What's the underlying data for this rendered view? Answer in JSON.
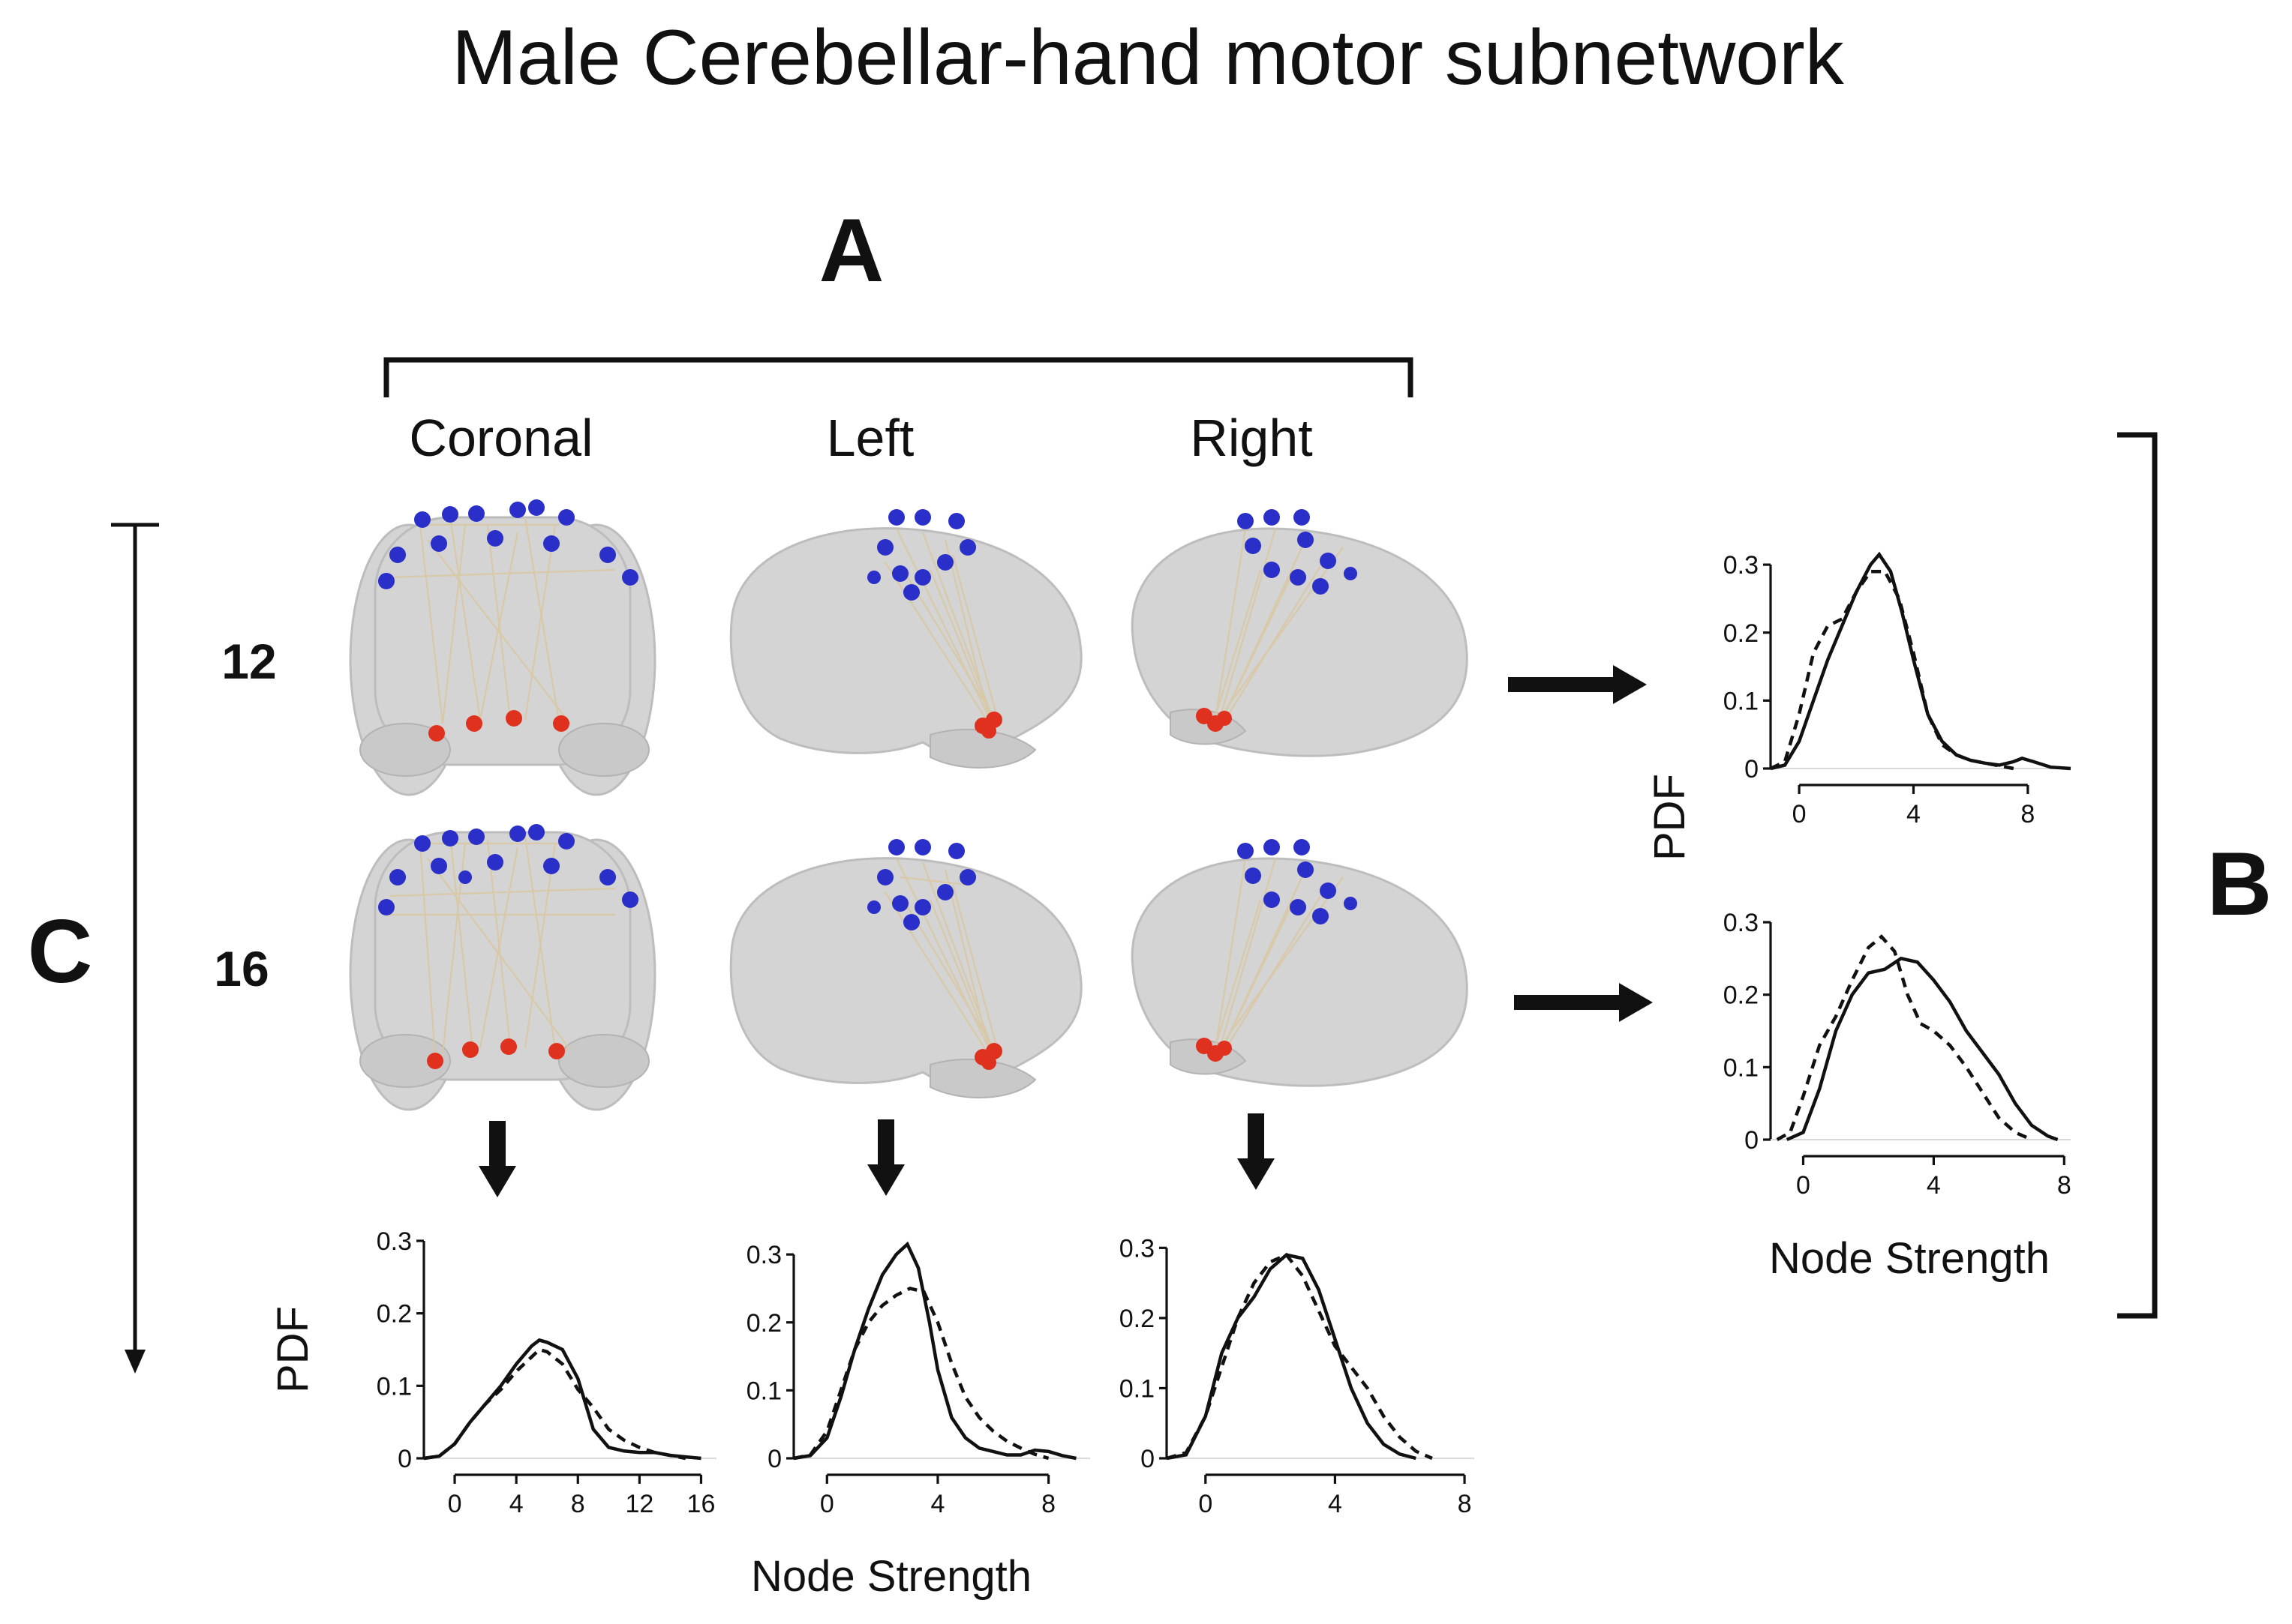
{
  "title": "Male Cerebellar-hand motor subnetwork",
  "panels": {
    "A": "A",
    "B": "B",
    "C": "C"
  },
  "views": {
    "coronal": "Coronal",
    "left": "Left",
    "right": "Right"
  },
  "rows": {
    "row1": "12",
    "row2": "16"
  },
  "axes": {
    "ylabel": "PDF",
    "xlabel": "Node Strength"
  },
  "colors": {
    "cortical_nodes": "#2b2fc9",
    "cerebellar_nodes": "#e0301e",
    "edges": "#d8c7a0",
    "brain": "#d4d4d4"
  },
  "chart_data": [
    {
      "id": "B-12",
      "type": "line",
      "xticks": [
        0,
        4,
        8
      ],
      "yticks": [
        0,
        0.1,
        0.2,
        0.3
      ],
      "xlim": [
        -1,
        9.5
      ],
      "ylim": [
        0,
        0.32
      ],
      "series": [
        {
          "style": "solid",
          "x": [
            -1,
            -0.5,
            0,
            0.5,
            1,
            1.5,
            2,
            2.5,
            2.8,
            3.2,
            3.6,
            4,
            4.5,
            5,
            5.5,
            6,
            6.5,
            7,
            7.5,
            7.8,
            8.2,
            8.8,
            9.5
          ],
          "y": [
            0,
            0.005,
            0.04,
            0.1,
            0.16,
            0.21,
            0.26,
            0.3,
            0.315,
            0.29,
            0.23,
            0.16,
            0.08,
            0.04,
            0.02,
            0.012,
            0.008,
            0.005,
            0.01,
            0.015,
            0.01,
            0.002,
            0
          ]
        },
        {
          "style": "dashed",
          "x": [
            -1,
            -0.5,
            0,
            0.5,
            1,
            1.5,
            2,
            2.5,
            3,
            3.5,
            4,
            4.5,
            5,
            5.5,
            6,
            6.5,
            7,
            7.5
          ],
          "y": [
            0,
            0.01,
            0.08,
            0.17,
            0.21,
            0.22,
            0.26,
            0.29,
            0.29,
            0.25,
            0.17,
            0.08,
            0.035,
            0.02,
            0.012,
            0.008,
            0.004,
            0
          ]
        }
      ]
    },
    {
      "id": "B-16",
      "type": "line",
      "xticks": [
        0,
        4,
        8
      ],
      "yticks": [
        0,
        0.1,
        0.2,
        0.3
      ],
      "xlim": [
        -1,
        8.2
      ],
      "ylim": [
        0,
        0.3
      ],
      "series": [
        {
          "style": "solid",
          "x": [
            -0.5,
            0,
            0.5,
            1,
            1.5,
            2,
            2.5,
            3,
            3.5,
            4,
            4.5,
            5,
            5.5,
            6,
            6.5,
            7,
            7.5,
            7.8
          ],
          "y": [
            0,
            0.01,
            0.07,
            0.15,
            0.2,
            0.23,
            0.235,
            0.25,
            0.245,
            0.22,
            0.19,
            0.15,
            0.12,
            0.09,
            0.05,
            0.02,
            0.005,
            0
          ]
        },
        {
          "style": "dashed",
          "x": [
            -0.8,
            -0.4,
            0,
            0.5,
            1,
            1.5,
            2,
            2.4,
            2.8,
            3.2,
            3.6,
            4,
            4.5,
            5,
            5.5,
            6,
            6.5,
            7
          ],
          "y": [
            0,
            0.01,
            0.06,
            0.13,
            0.17,
            0.22,
            0.265,
            0.28,
            0.26,
            0.2,
            0.16,
            0.15,
            0.13,
            0.1,
            0.065,
            0.03,
            0.01,
            0
          ]
        }
      ]
    },
    {
      "id": "C-Coronal",
      "type": "line",
      "xticks": [
        0,
        4,
        8,
        12,
        16
      ],
      "yticks": [
        0,
        0.1,
        0.2,
        0.3
      ],
      "xlim": [
        -2,
        17
      ],
      "ylim": [
        0,
        0.3
      ],
      "series": [
        {
          "style": "solid",
          "x": [
            -2,
            -1,
            0,
            1,
            2,
            3,
            4,
            5,
            5.5,
            6,
            7,
            8,
            9,
            10,
            11,
            12,
            13,
            14,
            15,
            16
          ],
          "y": [
            0,
            0.003,
            0.02,
            0.05,
            0.075,
            0.1,
            0.13,
            0.155,
            0.163,
            0.16,
            0.15,
            0.11,
            0.04,
            0.015,
            0.01,
            0.008,
            0.008,
            0.004,
            0.002,
            0
          ]
        },
        {
          "style": "dashed",
          "x": [
            -2,
            -1,
            0,
            1,
            2,
            3,
            4,
            5,
            5.5,
            6,
            7,
            8,
            9,
            10,
            11,
            12,
            13,
            14,
            15
          ],
          "y": [
            0,
            0.003,
            0.02,
            0.05,
            0.075,
            0.095,
            0.12,
            0.14,
            0.15,
            0.147,
            0.13,
            0.095,
            0.07,
            0.04,
            0.025,
            0.015,
            0.008,
            0.004,
            0
          ]
        }
      ]
    },
    {
      "id": "C-Left",
      "type": "line",
      "xticks": [
        0,
        4,
        8
      ],
      "yticks": [
        0,
        0.1,
        0.2,
        0.3
      ],
      "xlim": [
        -1.2,
        9.5
      ],
      "ylim": [
        0,
        0.32
      ],
      "series": [
        {
          "style": "solid",
          "x": [
            -1.2,
            -0.6,
            0,
            0.5,
            1,
            1.5,
            2,
            2.5,
            2.9,
            3.3,
            3.7,
            4,
            4.5,
            5,
            5.5,
            6,
            6.5,
            7,
            7.5,
            8,
            8.5,
            9
          ],
          "y": [
            0,
            0.004,
            0.03,
            0.09,
            0.16,
            0.22,
            0.27,
            0.3,
            0.315,
            0.28,
            0.2,
            0.13,
            0.06,
            0.03,
            0.015,
            0.01,
            0.005,
            0.005,
            0.012,
            0.01,
            0.004,
            0
          ]
        },
        {
          "style": "dashed",
          "x": [
            -1.2,
            -0.6,
            0,
            0.5,
            1,
            1.5,
            2,
            2.5,
            3,
            3.5,
            4,
            4.5,
            5,
            5.5,
            6,
            6.5,
            7,
            7.5,
            8
          ],
          "y": [
            0,
            0.005,
            0.04,
            0.1,
            0.16,
            0.2,
            0.225,
            0.24,
            0.25,
            0.245,
            0.2,
            0.14,
            0.09,
            0.06,
            0.04,
            0.025,
            0.015,
            0.006,
            0
          ]
        }
      ]
    },
    {
      "id": "C-Right",
      "type": "line",
      "xticks": [
        0,
        4,
        8
      ],
      "yticks": [
        0,
        0.1,
        0.2,
        0.3
      ],
      "xlim": [
        -1.2,
        8.3
      ],
      "ylim": [
        0,
        0.31
      ],
      "series": [
        {
          "style": "solid",
          "x": [
            -1.2,
            -0.6,
            0,
            0.5,
            1,
            1.5,
            2,
            2.5,
            3,
            3.5,
            4,
            4.5,
            5,
            5.5,
            6,
            6.5
          ],
          "y": [
            0,
            0.005,
            0.06,
            0.15,
            0.2,
            0.23,
            0.27,
            0.29,
            0.285,
            0.24,
            0.17,
            0.1,
            0.05,
            0.02,
            0.006,
            0
          ]
        },
        {
          "style": "dashed",
          "x": [
            -1.2,
            -0.6,
            0,
            0.5,
            1,
            1.5,
            2,
            2.5,
            3,
            3.5,
            4,
            4.5,
            5,
            5.5,
            6,
            6.5,
            7
          ],
          "y": [
            0,
            0.008,
            0.06,
            0.13,
            0.2,
            0.25,
            0.28,
            0.29,
            0.26,
            0.21,
            0.16,
            0.13,
            0.1,
            0.06,
            0.03,
            0.01,
            0
          ]
        }
      ]
    }
  ]
}
